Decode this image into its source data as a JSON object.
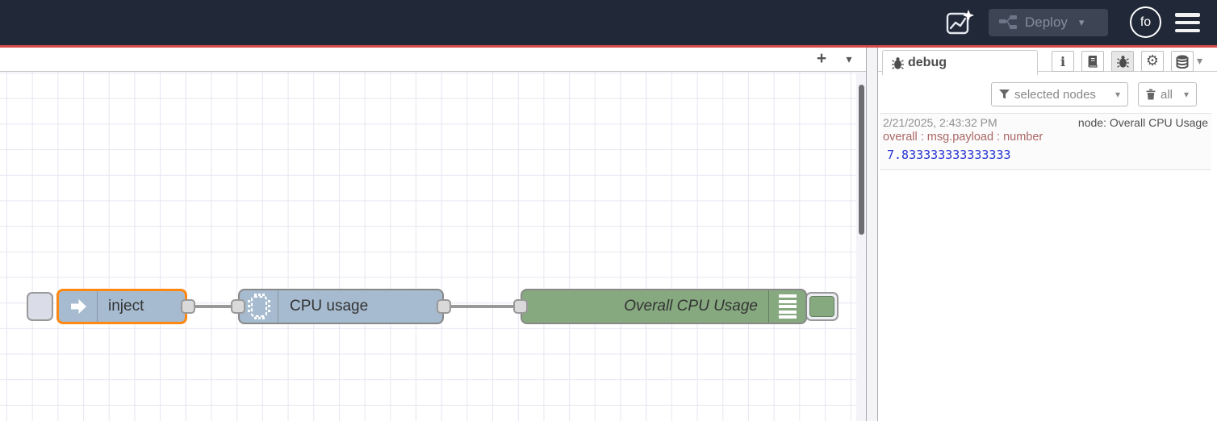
{
  "header": {
    "deploy_label": "Deploy",
    "avatar_label": "fo"
  },
  "canvas": {
    "add_tab_label": "+"
  },
  "flow": {
    "nodes": [
      {
        "type": "inject",
        "label": "inject",
        "color": "#a6bbcf",
        "selected": true
      },
      {
        "type": "exec",
        "label": "CPU usage",
        "color": "#a6bbcf",
        "selected": false
      },
      {
        "type": "debug",
        "label": "Overall CPU Usage",
        "color": "#87a980",
        "selected": false,
        "enabled": true
      }
    ]
  },
  "sidebar": {
    "tab_label": "debug",
    "filter_label": "selected nodes",
    "clear_label": "all",
    "messages": [
      {
        "timestamp": "2/21/2025, 2:43:32 PM",
        "source": "node: Overall CPU Usage",
        "property": "overall : msg.payload : number",
        "value": "7.833333333333333"
      }
    ]
  },
  "icons": {
    "caret_down": "▾",
    "info": "i",
    "gear": "⚙"
  },
  "colors": {
    "header_bg": "#212838",
    "accent_red": "#d64c4c",
    "inject_node": "#a6bbcf",
    "debug_node": "#87a980",
    "selected_border": "#ff8812",
    "wire": "#999999",
    "grid_line": "#e6e6f2",
    "debug_property_text": "#aa6666",
    "debug_number_text": "#2533d2"
  }
}
